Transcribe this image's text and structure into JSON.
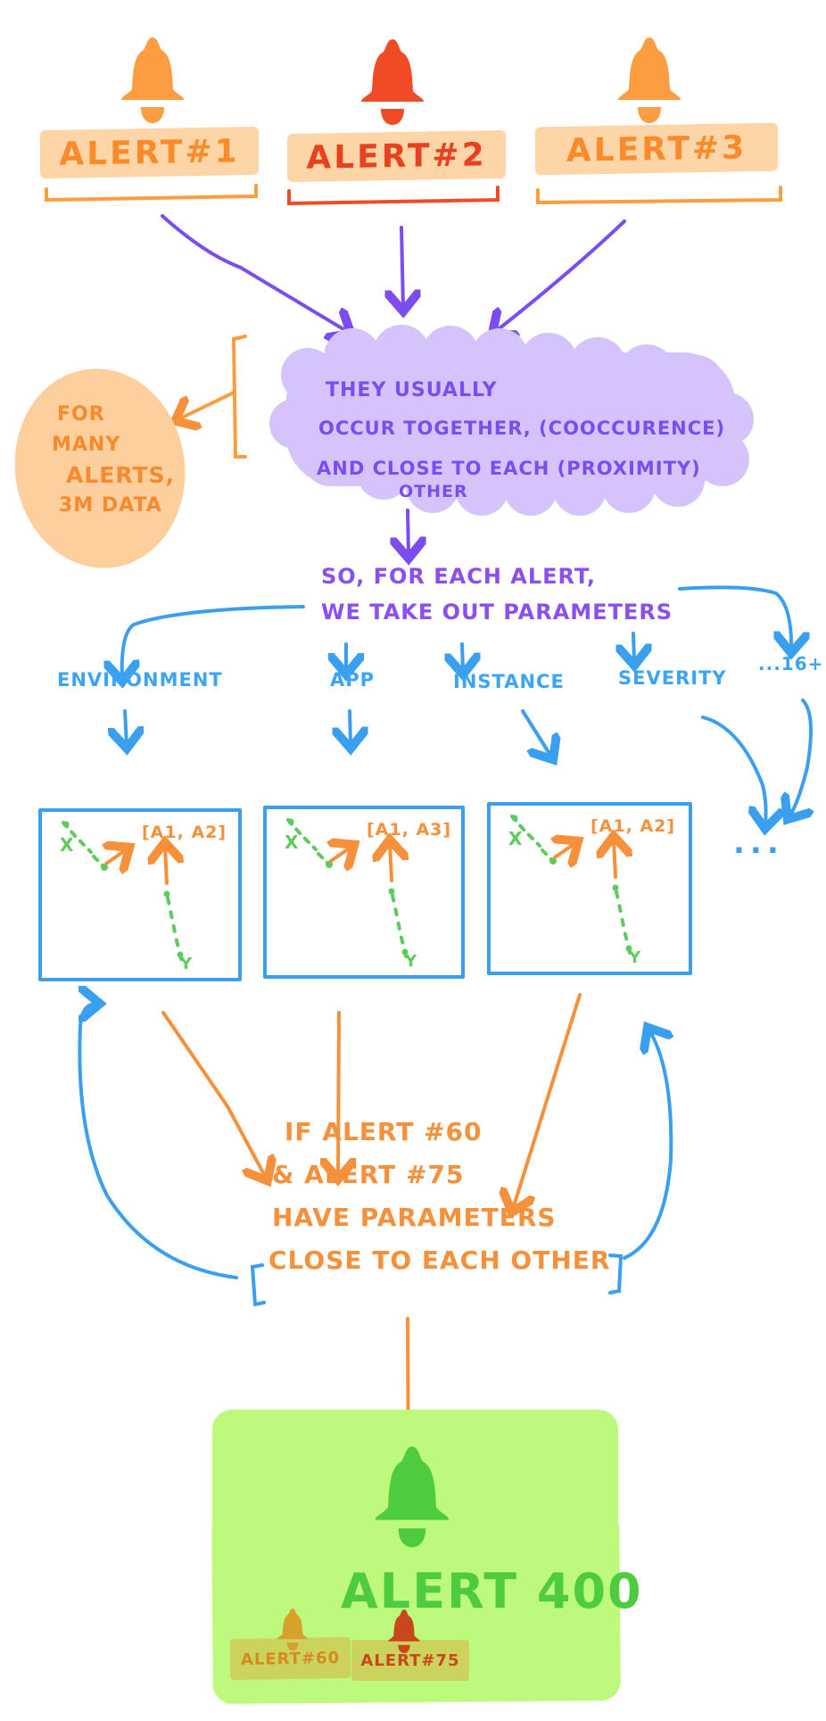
{
  "colors": {
    "orange": "#fb9d40",
    "red_orange": "#f04b24",
    "label_bg": "#fdd5a6",
    "purple": "#7b4df0",
    "cloud_fill": "#d5c4fb",
    "blue": "#3b9ff0",
    "green_dot": "#5ccc5c",
    "result_bg": "#bdf97d",
    "result_green": "#4ecb3f"
  },
  "alerts": [
    {
      "label": "ALERT#1",
      "icon": "bell-icon",
      "color": "#fb9d40"
    },
    {
      "label": "ALERT#2",
      "icon": "bell-icon",
      "color": "#f04b24"
    },
    {
      "label": "ALERT#3",
      "icon": "bell-icon",
      "color": "#fb9d40"
    }
  ],
  "cloud": {
    "lines": [
      "THEY USUALLY",
      "OCCUR TOGETHER, (COOCCURENCE)",
      "AND CLOSE TO EACH (PROXIMITY)",
      "OTHER"
    ]
  },
  "side_note": {
    "lines": [
      "FOR",
      "MANY",
      "ALERTS,",
      "3M DATA"
    ]
  },
  "step": {
    "line1": "SO, FOR EACH ALERT,",
    "line2": "WE TAKE OUT PARAMETERS"
  },
  "parameters": [
    {
      "label": "ENVIRONMENT"
    },
    {
      "label": "APP"
    },
    {
      "label": "INSTANCE"
    },
    {
      "label": "SEVERITY"
    },
    {
      "label": "...16+"
    }
  ],
  "plots": [
    {
      "pair": "[A1, A2]",
      "x_axis": "X",
      "y_axis": "Y"
    },
    {
      "pair": "[A1, A3]",
      "x_axis": "X",
      "y_axis": "Y"
    },
    {
      "pair": "[A1, A2]",
      "x_axis": "X",
      "y_axis": "Y"
    }
  ],
  "more_plots": "...",
  "condition": {
    "lines": [
      "IF ALERT #60",
      "& ALERT #75",
      "HAVE PARAMETERS",
      "CLOSE TO EACH OTHER"
    ]
  },
  "result": {
    "title": "ALERT 400",
    "icon": "bell-icon",
    "children": [
      {
        "label": "ALERT#60",
        "color": "#d68a22"
      },
      {
        "label": "ALERT#75",
        "color": "#c9471c"
      }
    ]
  }
}
